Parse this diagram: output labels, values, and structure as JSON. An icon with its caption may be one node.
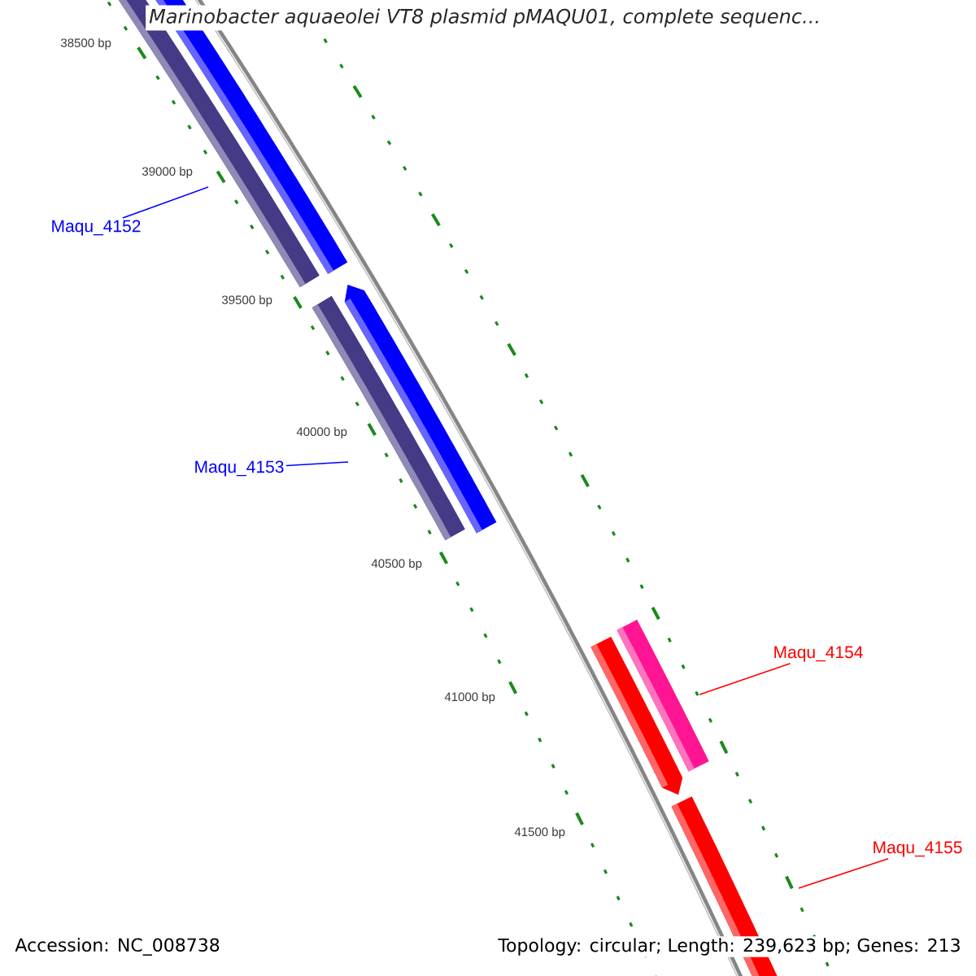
{
  "diagram": {
    "title": "Marinobacter aquaeolei VT8 plasmid pMAQU01, complete sequenc...",
    "nodes": [
      {
        "text": [
          "Maqu_4152"
        ]
      },
      {
        "text": [
          "Maqu_4153"
        ]
      },
      {
        "text": [
          "Maqu_4154"
        ]
      },
      {
        "text": [
          "Maqu_4155"
        ]
      }
    ],
    "edges": [
      {
        "from": 0,
        "to": null,
        "arrow": "none",
        "color": "#0000ff"
      },
      {
        "from": 1,
        "to": null,
        "arrow": "none",
        "color": "#0000ff"
      },
      {
        "from": 2,
        "to": null,
        "arrow": "none",
        "color": "#ff0000"
      },
      {
        "from": 3,
        "to": null,
        "arrow": "none",
        "color": "#ff0000"
      }
    ],
    "labels": [
      "38500 bp",
      "39000 bp",
      "39500 bp",
      "40000 bp",
      "40500 bp",
      "41000 bp",
      "41500 bp",
      "Accession: NC_008738",
      "Topology: circular; Length: 239,623 bp; Genes: 213"
    ]
  }
}
